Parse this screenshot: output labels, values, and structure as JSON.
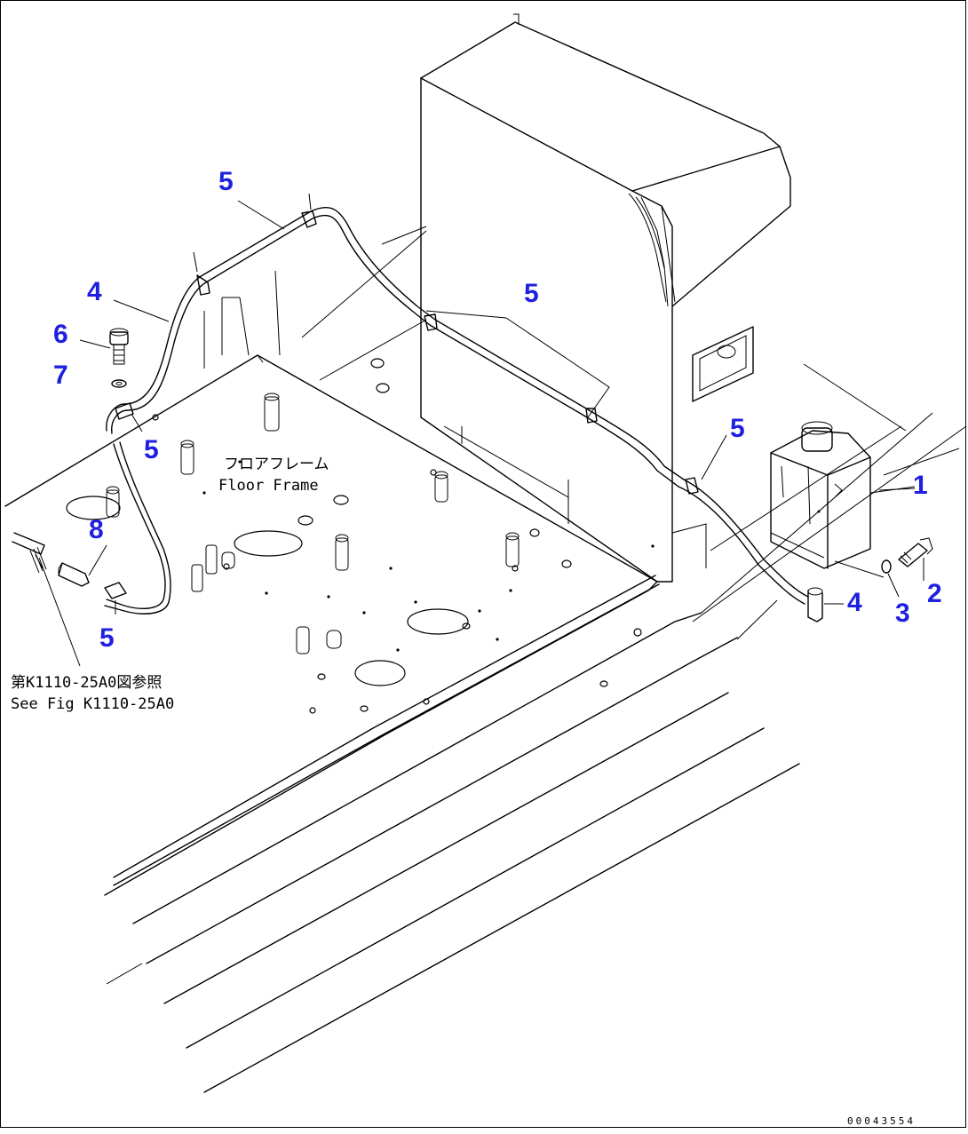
{
  "callouts": {
    "c1": "1",
    "c2": "2",
    "c3": "3",
    "c4_left": "4",
    "c4_right": "4",
    "c5_top": "5",
    "c5_mid": "5",
    "c5_left_mid": "5",
    "c5_left_low": "5",
    "c5_right": "5",
    "c6": "6",
    "c7": "7",
    "c8": "8"
  },
  "labels": {
    "floor_frame_jp": "フロアフレーム",
    "floor_frame_en": "Floor Frame",
    "see_fig_jp": "第K1110-25A0図参照",
    "see_fig_en": "See Fig K1110-25A0"
  },
  "drawing_code": "00043554",
  "colors": {
    "callout": "#1f1fe0",
    "line": "#000000",
    "background": "#ffffff"
  }
}
